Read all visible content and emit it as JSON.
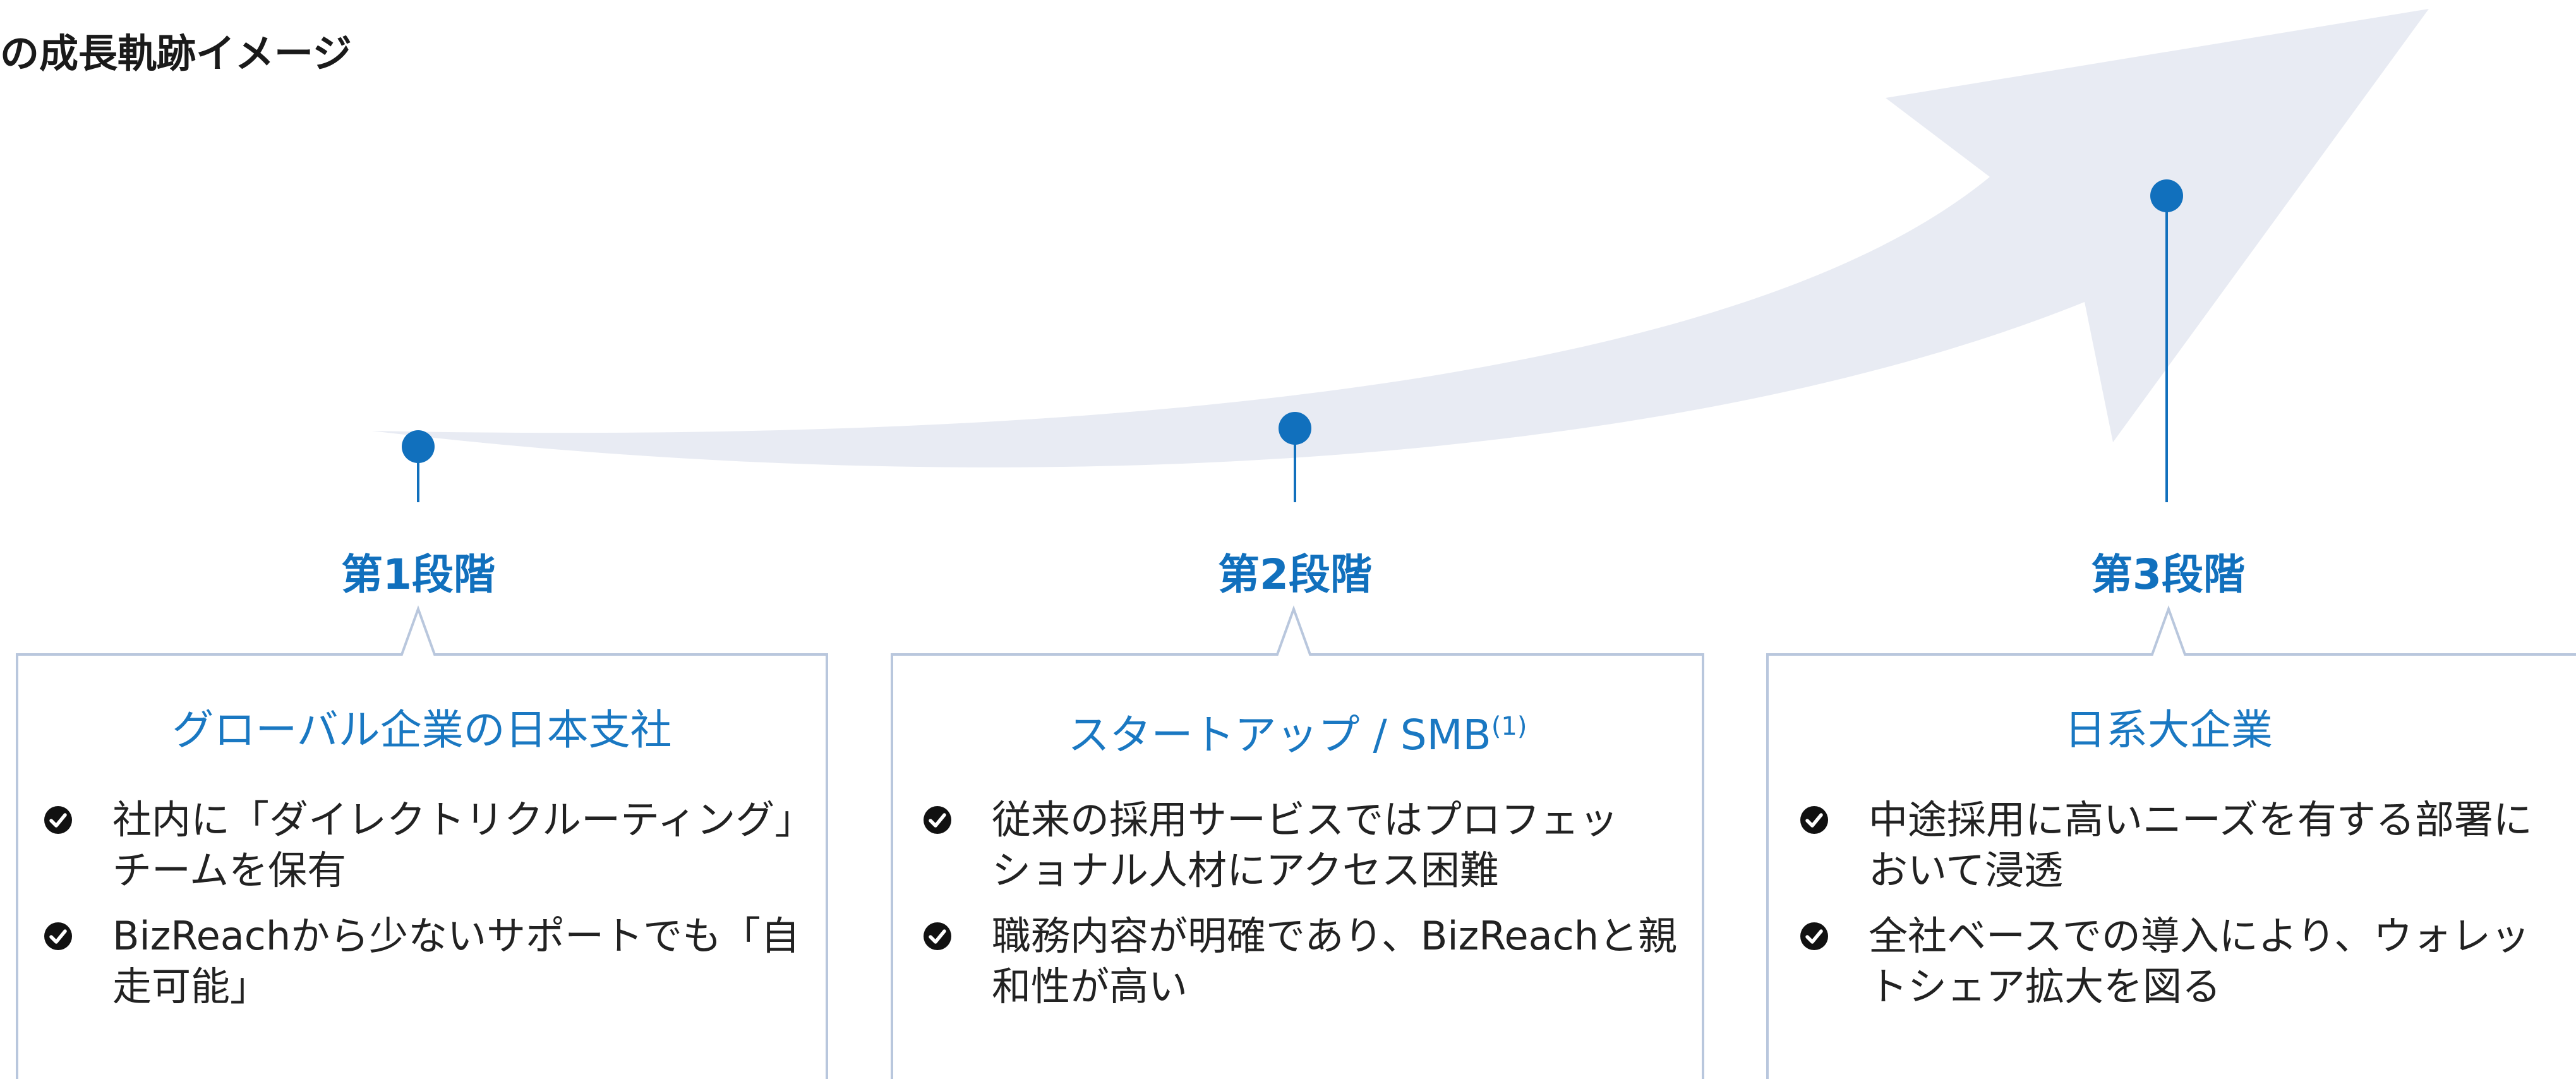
{
  "page": {
    "title": "の成長軌跡イメージ"
  },
  "colors": {
    "accent": "#1170bd",
    "arrow": "#e8ebf3",
    "card_border": "#b9c7dd",
    "text": "#222222"
  },
  "stages": [
    {
      "label": "第1段階",
      "card": {
        "title": "グローバル企業の日本支社",
        "points": [
          {
            "line1": "社内に「ダイレクトリクルーティング」",
            "line2": "チームを保有"
          },
          {
            "line1": "BizReachから少ないサポートでも「自",
            "line2": "走可能」"
          }
        ]
      }
    },
    {
      "label": "第2段階",
      "card": {
        "title": "スタートアップ / SMB",
        "title_sup": "(1)",
        "points": [
          {
            "line1": "従来の採用サービスではプロフェッ",
            "line2": "ショナル人材にアクセス困難"
          },
          {
            "line1": "職務内容が明確であり、BizReachと親",
            "line2": "和性が高い"
          }
        ]
      }
    },
    {
      "label": "第3段階",
      "card": {
        "title": "日系大企業",
        "points": [
          {
            "line1": "中途採用に高いニーズを有する部署に",
            "line2": "おいて浸透"
          },
          {
            "line1": "全社ベースでの導入により、ウォレッ",
            "line2": "トシェア拡大を図る"
          }
        ]
      }
    }
  ],
  "icons": {
    "growth_arrow": "curved-growth-arrow",
    "bullet": "check-circle-icon",
    "marker": "stage-pin-icon"
  }
}
